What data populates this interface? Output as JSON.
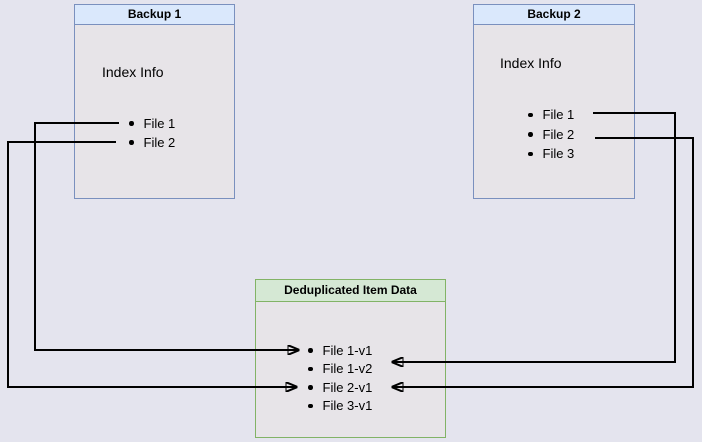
{
  "diagram": {
    "nodes": {
      "backup1": {
        "title": "Backup 1",
        "body_label": "Index Info",
        "files": [
          "File 1",
          "File 2"
        ],
        "header_fill": "#dae8fc",
        "border_color": "#7a90be"
      },
      "backup2": {
        "title": "Backup 2",
        "body_label": "Index Info",
        "files": [
          "File 1",
          "File 2",
          "File 3"
        ],
        "header_fill": "#dae8fc",
        "border_color": "#7a90be"
      },
      "dedup": {
        "title": "Deduplicated Item Data",
        "items": [
          "File 1-v1",
          "File 1-v2",
          "File 2-v1",
          "File 3-v1"
        ],
        "header_fill": "#d5e8d4",
        "border_color": "#82b366"
      }
    },
    "connectors": [
      {
        "from": "backup1 / File 1",
        "to": "dedup / File 1-v1"
      },
      {
        "from": "backup1 / File 2",
        "to": "dedup / File 2-v1"
      },
      {
        "from": "backup2 / File 1",
        "to": "dedup / File 1-v2"
      },
      {
        "from": "backup2 / File 2",
        "to": "dedup / File 2-v1"
      }
    ],
    "line_color": "#000000",
    "background_color": "#e4e4ee"
  }
}
